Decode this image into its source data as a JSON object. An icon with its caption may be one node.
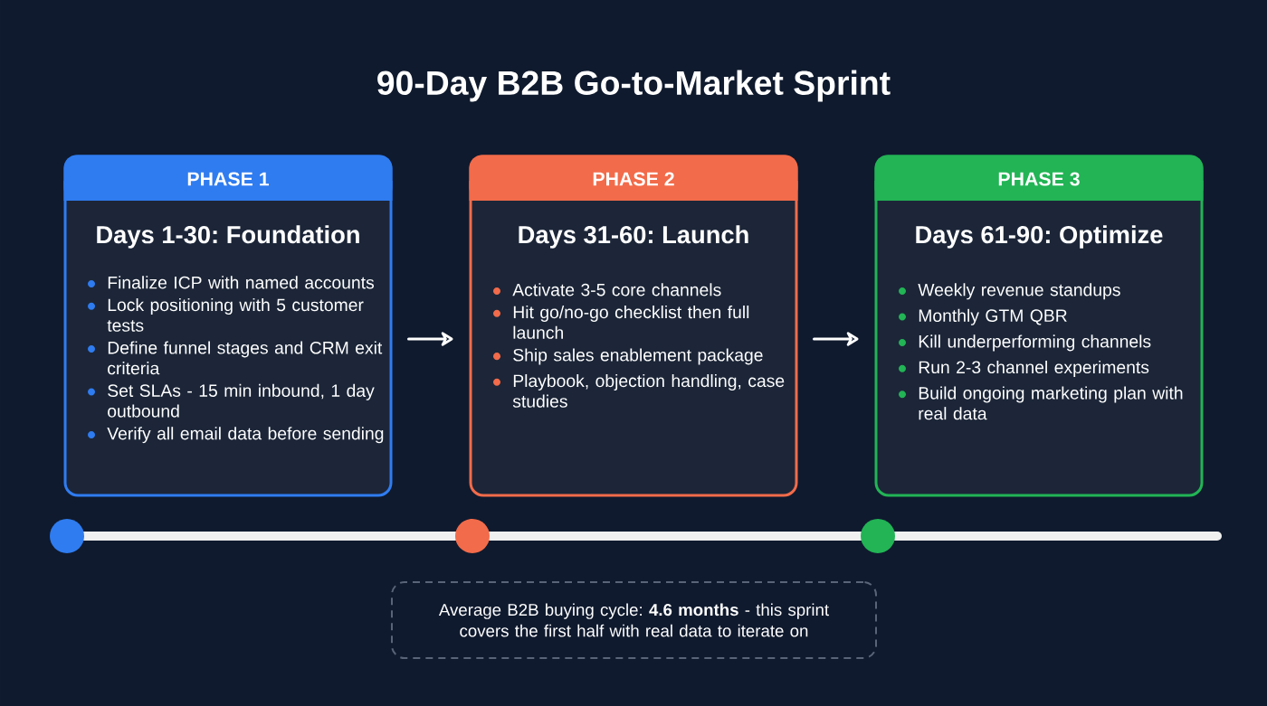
{
  "diagram": {
    "title": "90-Day B2B Go-to-Market Sprint",
    "nodes": [
      {
        "text": [
          "PHASE 1",
          "Days 1-30: Foundation",
          "Finalize ICP with named accounts",
          "Lock positioning with 5 customer tests",
          "Define funnel stages and CRM exit criteria",
          "Set SLAs - 15 min inbound, 1 day outbound",
          "Verify all email data before sending"
        ]
      },
      {
        "text": [
          "PHASE 2",
          "Days 31-60: Launch",
          "Activate 3-5 core channels",
          "Hit go/no-go checklist then full launch",
          "Ship sales enablement package",
          "Playbook, objection handling, case studies"
        ]
      },
      {
        "text": [
          "PHASE 3",
          "Days 61-90: Optimize",
          "Weekly revenue standups",
          "Monthly GTM QBR",
          "Kill underperforming channels",
          "Run 2-3 channel experiments",
          "Build ongoing marketing plan with real data"
        ]
      },
      {
        "text": [
          "Average B2B buying cycle: **4.6 months** - this sprint covers the first half with real data to iterate on"
        ]
      }
    ],
    "edges": [
      {
        "from": 0,
        "to": 1,
        "arrow": "to"
      },
      {
        "from": 1,
        "to": 2,
        "arrow": "to"
      }
    ]
  }
}
